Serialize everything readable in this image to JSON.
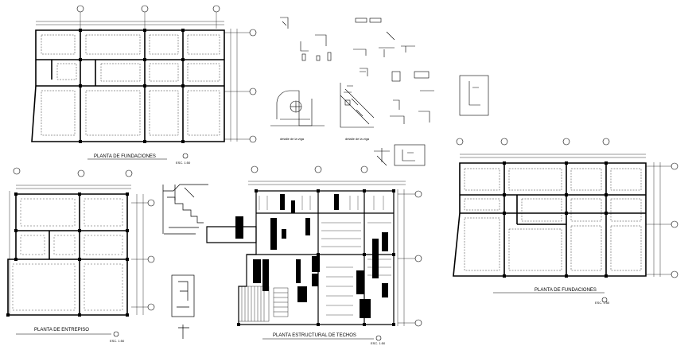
{
  "plans": [
    {
      "id": "fund-1",
      "title": "PLANTA DE FUNDACIONES",
      "scale": "ESC. 1:50"
    },
    {
      "id": "fund-2",
      "title": "PLANTA DE FUNDACIONES",
      "scale": "ESC. 1:50"
    },
    {
      "id": "entrepiso",
      "title": "PLANTA DE ENTREPISO",
      "scale": "ESC. 1:50"
    },
    {
      "id": "techos",
      "title": "PLANTA ESTRUCTURAL DE TECHOS",
      "scale": "ESC. 1:50"
    }
  ],
  "details": {
    "col_caption_1": "detalle de la viga",
    "col_caption_2": "detalle de la viga"
  },
  "colors": {
    "line": "#000000",
    "background": "#ffffff"
  }
}
